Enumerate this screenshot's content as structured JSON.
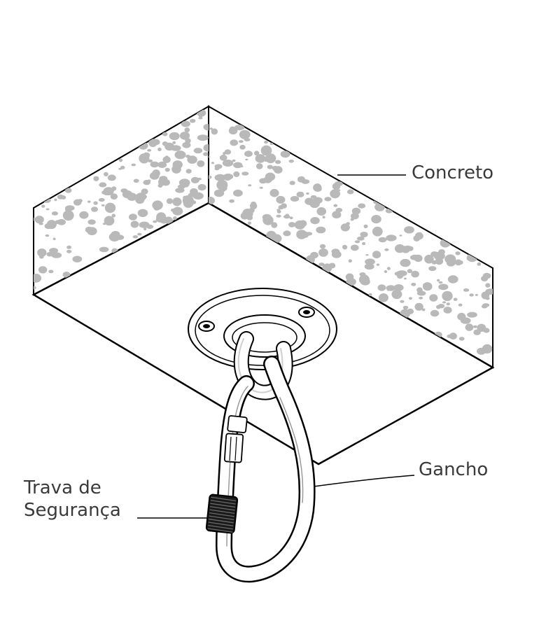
{
  "labels": {
    "concrete": "Concreto",
    "hook": "Gancho",
    "lock_line1": "Trava de",
    "lock_line2": "Segurança"
  },
  "colors": {
    "stroke": "#000000",
    "concrete_speckle": "#b9b9b9",
    "label_text": "#3a3a3a",
    "background": "#ffffff"
  }
}
